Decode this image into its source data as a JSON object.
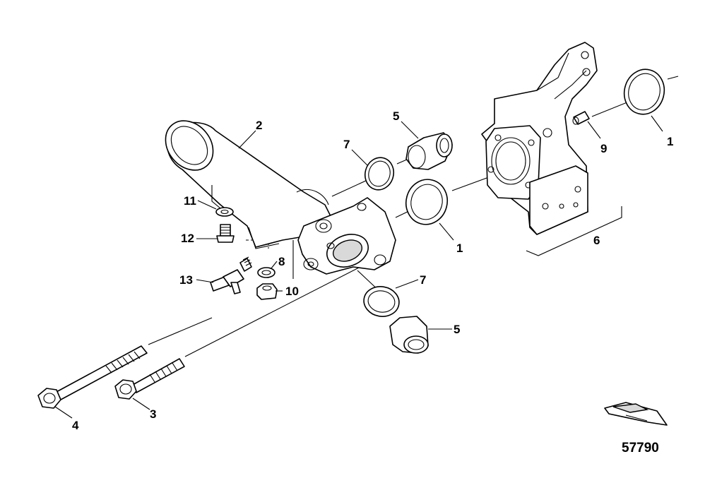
{
  "callouts": {
    "c1a": "1",
    "c1b": "1",
    "c2": "2",
    "c3": "3",
    "c4": "4",
    "c5a": "5",
    "c5b": "5",
    "c6": "6",
    "c7a": "7",
    "c7b": "7",
    "c8": "8",
    "c9": "9",
    "c10": "10",
    "c11": "11",
    "c12": "12",
    "c13": "13"
  },
  "reference_number": "57790",
  "icons": {
    "orientation": "boat-orientation-icon"
  }
}
